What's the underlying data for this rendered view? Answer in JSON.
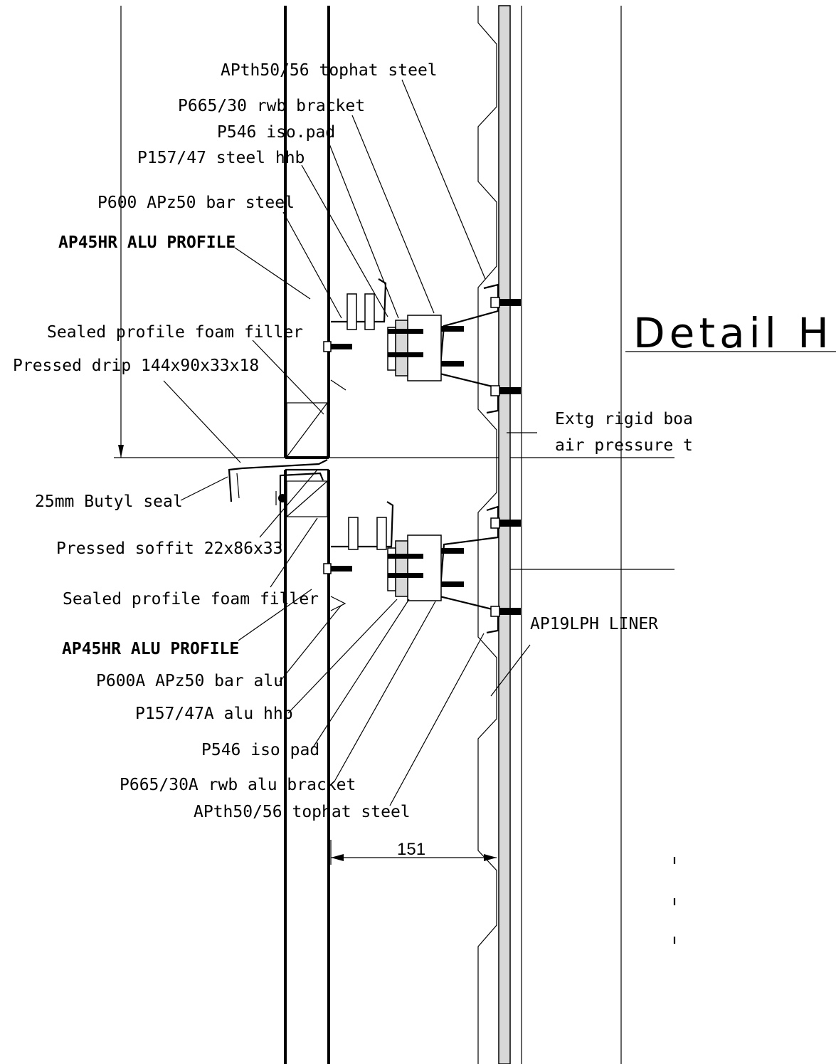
{
  "title": "Detail H",
  "dimension": "151",
  "labels": {
    "tophat_top": "APth50/56 tophat steel",
    "rwb_bracket_top": "P665/30 rwb bracket",
    "isopad_top": "P546 iso.pad",
    "hhb_top": "P157/47 steel hhb",
    "bar_steel_top": "P600 APz50 bar steel",
    "alu_profile_top": "AP45HR ALU PROFILE",
    "foam_filler_top": "Sealed profile foam filler",
    "pressed_drip": "Pressed drip 144x90x33x18",
    "extg_line1": "Extg rigid boa",
    "extg_line2": "air pressure t",
    "butyl_seal": "25mm Butyl seal",
    "pressed_soffit": "Pressed soffit 22x86x33",
    "foam_filler_bottom": "Sealed profile foam filler",
    "liner": "AP19LPH LINER",
    "alu_profile_bottom": "AP45HR ALU PROFILE",
    "bar_alu_bottom": "P600A APz50 bar alu",
    "hhb_bottom": "P157/47A alu hhb",
    "isopad_bottom": "P546 iso.pad",
    "rwb_bracket_bottom": "P665/30A rwb alu bracket",
    "tophat_bottom": "APth50/56 tophat steel"
  }
}
